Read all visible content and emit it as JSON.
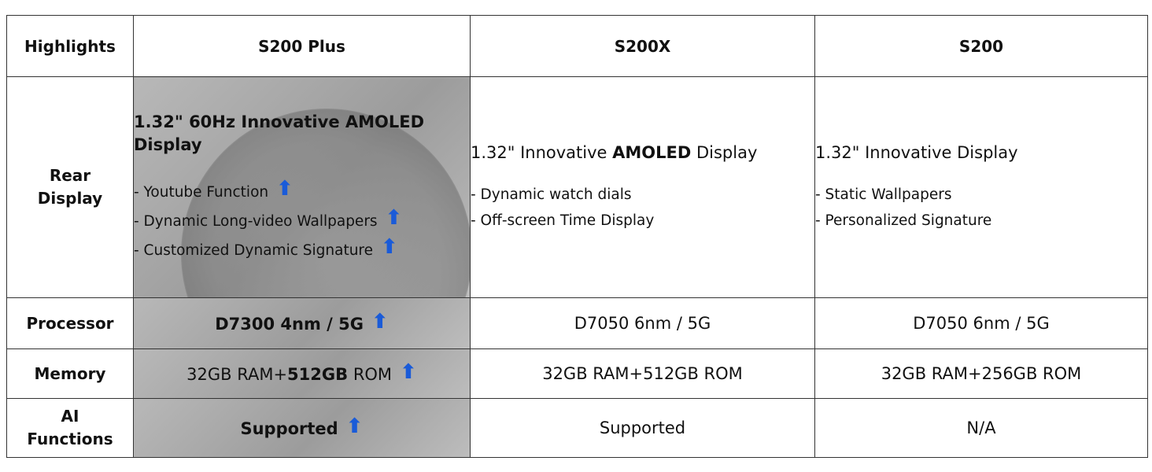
{
  "header": {
    "highlights": "Highlights",
    "s200plus": "S200 Plus",
    "s200x": "S200X",
    "s200": "S200"
  },
  "rows": {
    "rear": {
      "label_1": "Rear",
      "label_2": "Display",
      "plus": {
        "title_bold": "1.32\" 60Hz Innovative AMOLED Display",
        "bullets": [
          "- Youtube Function",
          "- Dynamic Long-video Wallpapers",
          "- Customized Dynamic Signature"
        ]
      },
      "x": {
        "title_pre": "1.32\" Innovative ",
        "title_bold": "AMOLED",
        "title_post": " Display",
        "bullets": [
          "- Dynamic watch dials",
          "- Off-screen Time Display"
        ]
      },
      "s": {
        "title": "1.32\" Innovative Display",
        "bullets": [
          "- Static Wallpapers",
          "- Personalized Signature"
        ]
      }
    },
    "processor": {
      "label": "Processor",
      "plus": "D7300 4nm / 5G",
      "x": "D7050 6nm / 5G",
      "s": "D7050 6nm / 5G"
    },
    "memory": {
      "label": "Memory",
      "plus_pre": "32GB RAM+",
      "plus_bold": "512GB",
      "plus_post": " ROM",
      "x": "32GB RAM+512GB ROM",
      "s": "32GB RAM+256GB ROM"
    },
    "ai": {
      "label_1": "AI",
      "label_2": "Functions",
      "plus": "Supported",
      "x": "Supported",
      "s": "N/A"
    }
  },
  "icons": {
    "upgrade": "arrow-up-icon"
  },
  "colors": {
    "upgrade_arrow": "#1a5bd8",
    "border": "#333333"
  }
}
